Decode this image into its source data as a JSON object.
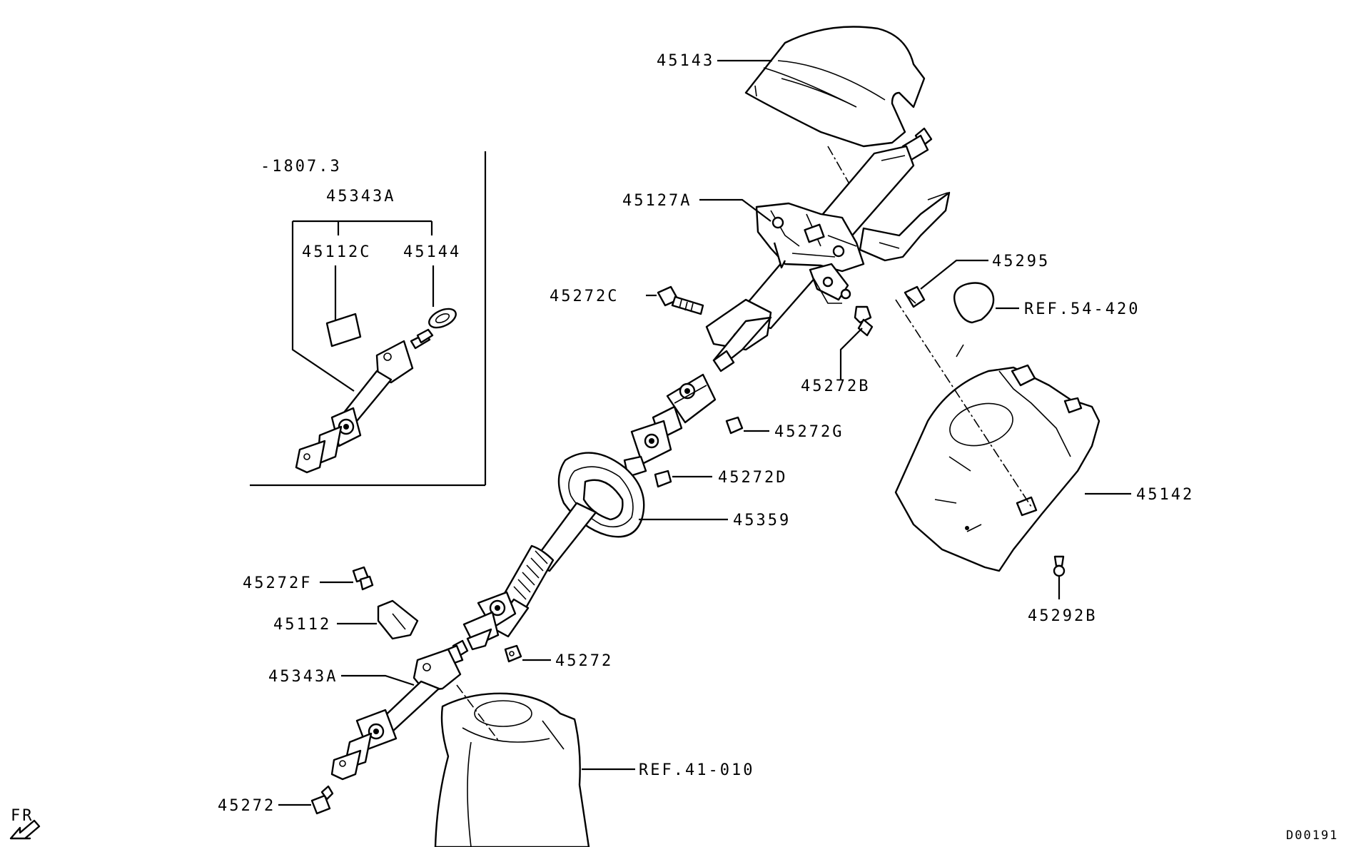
{
  "diagram": {
    "drawing_code": "D00191",
    "direction_label": "FR",
    "inset": {
      "serial_note": "-1807.3",
      "assembly": "45343A",
      "components": [
        "45112C",
        "45144"
      ]
    },
    "callouts": {
      "c45143": "45143",
      "c45127A": "45127A",
      "c45295": "45295",
      "cREF54": "REF.54-420",
      "c45272C": "45272C",
      "c45272B": "45272B",
      "c45272G": "45272G",
      "c45272D": "45272D",
      "c45359": "45359",
      "c45142": "45142",
      "c45292B": "45292B",
      "c45272F": "45272F",
      "c45112": "45112",
      "c45272a": "45272",
      "c45343A": "45343A",
      "cREF41": "REF.41-010",
      "c45272b": "45272"
    }
  }
}
